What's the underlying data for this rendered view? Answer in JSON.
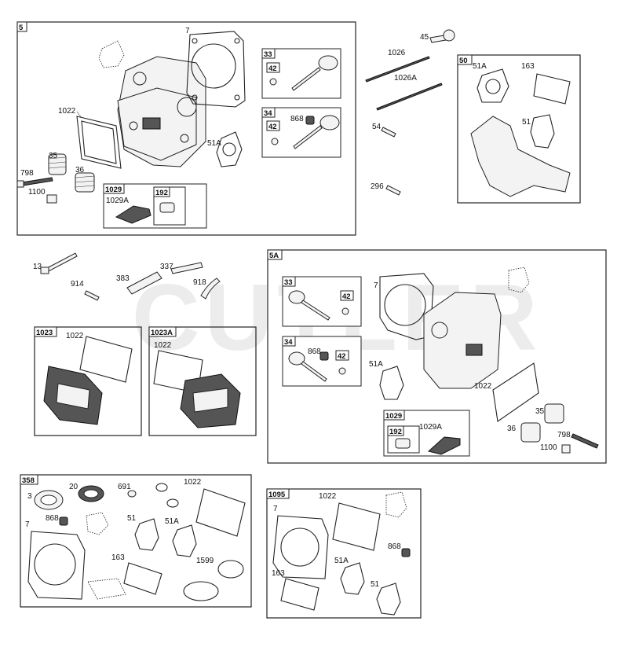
{
  "watermark": "CUTLER",
  "groups": {
    "g5": {
      "tag": "5",
      "labels": {
        "p7": "7",
        "p1022": "1022",
        "p35": "35",
        "p36": "36",
        "p798": "798",
        "p1100": "1100",
        "p51a": "51A"
      }
    },
    "g33_top": {
      "tag": "33",
      "inner": "42"
    },
    "g34_top": {
      "tag": "34",
      "inner": "42",
      "p868": "868"
    },
    "g1029_top": {
      "tag": "1029",
      "p1029a": "1029A",
      "inner": "192"
    },
    "loose_top": {
      "p45": "45",
      "p1026": "1026",
      "p1026a": "1026A",
      "p54": "54",
      "p296": "296"
    },
    "g50": {
      "tag": "50",
      "p51a": "51A",
      "p163": "163",
      "p51": "51"
    },
    "loose_mid": {
      "p13": "13",
      "p914": "914",
      "p383": "383",
      "p337": "337",
      "p918": "918"
    },
    "g1023": {
      "tag": "1023",
      "p1022": "1022"
    },
    "g1023a": {
      "tag": "1023A",
      "p1022": "1022"
    },
    "g5a": {
      "tag": "5A",
      "labels": {
        "p7": "7",
        "p51a": "51A",
        "p1022": "1022",
        "p35": "35",
        "p36": "36",
        "p798": "798",
        "p1100": "1100"
      }
    },
    "g33_mid": {
      "tag": "33",
      "inner": "42"
    },
    "g34_mid": {
      "tag": "34",
      "inner": "42",
      "p868": "868"
    },
    "g1029_mid": {
      "tag": "1029",
      "inner": "192",
      "p1029a": "1029A"
    },
    "g358": {
      "tag": "358",
      "p3": "3",
      "p20": "20",
      "p691": "691",
      "p1022": "1022",
      "p7": "7",
      "p868": "868",
      "p51": "51",
      "p51a": "51A",
      "p163": "163",
      "p1599": "1599"
    },
    "g1095": {
      "tag": "1095",
      "p1022": "1022",
      "p7": "7",
      "p868": "868",
      "p51a": "51A",
      "p163": "163",
      "p51": "51"
    }
  }
}
